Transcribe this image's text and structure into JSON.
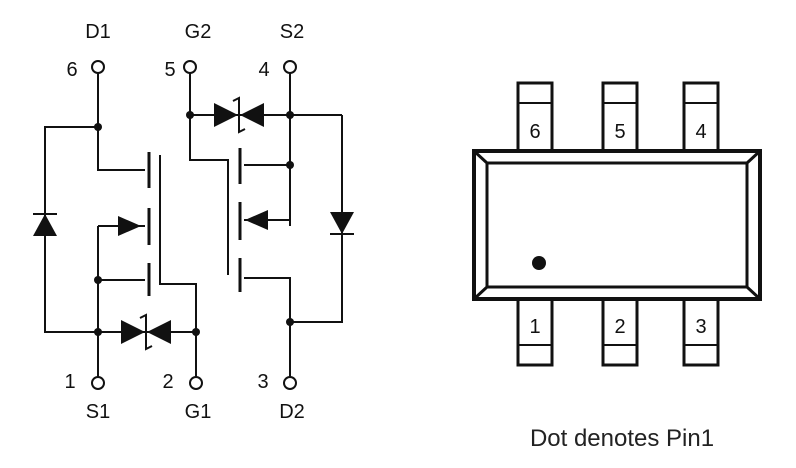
{
  "schematic": {
    "pins": [
      {
        "number": "6",
        "name": "D1"
      },
      {
        "number": "5",
        "name": "G2"
      },
      {
        "number": "4",
        "name": "S2"
      },
      {
        "number": "1",
        "name": "S1"
      },
      {
        "number": "2",
        "name": "G1"
      },
      {
        "number": "3",
        "name": "D2"
      }
    ]
  },
  "package": {
    "top_pins": [
      "6",
      "5",
      "4"
    ],
    "bottom_pins": [
      "1",
      "2",
      "3"
    ],
    "caption": "Dot denotes Pin1"
  },
  "colors": {
    "line": "#111111",
    "background": "#ffffff"
  }
}
